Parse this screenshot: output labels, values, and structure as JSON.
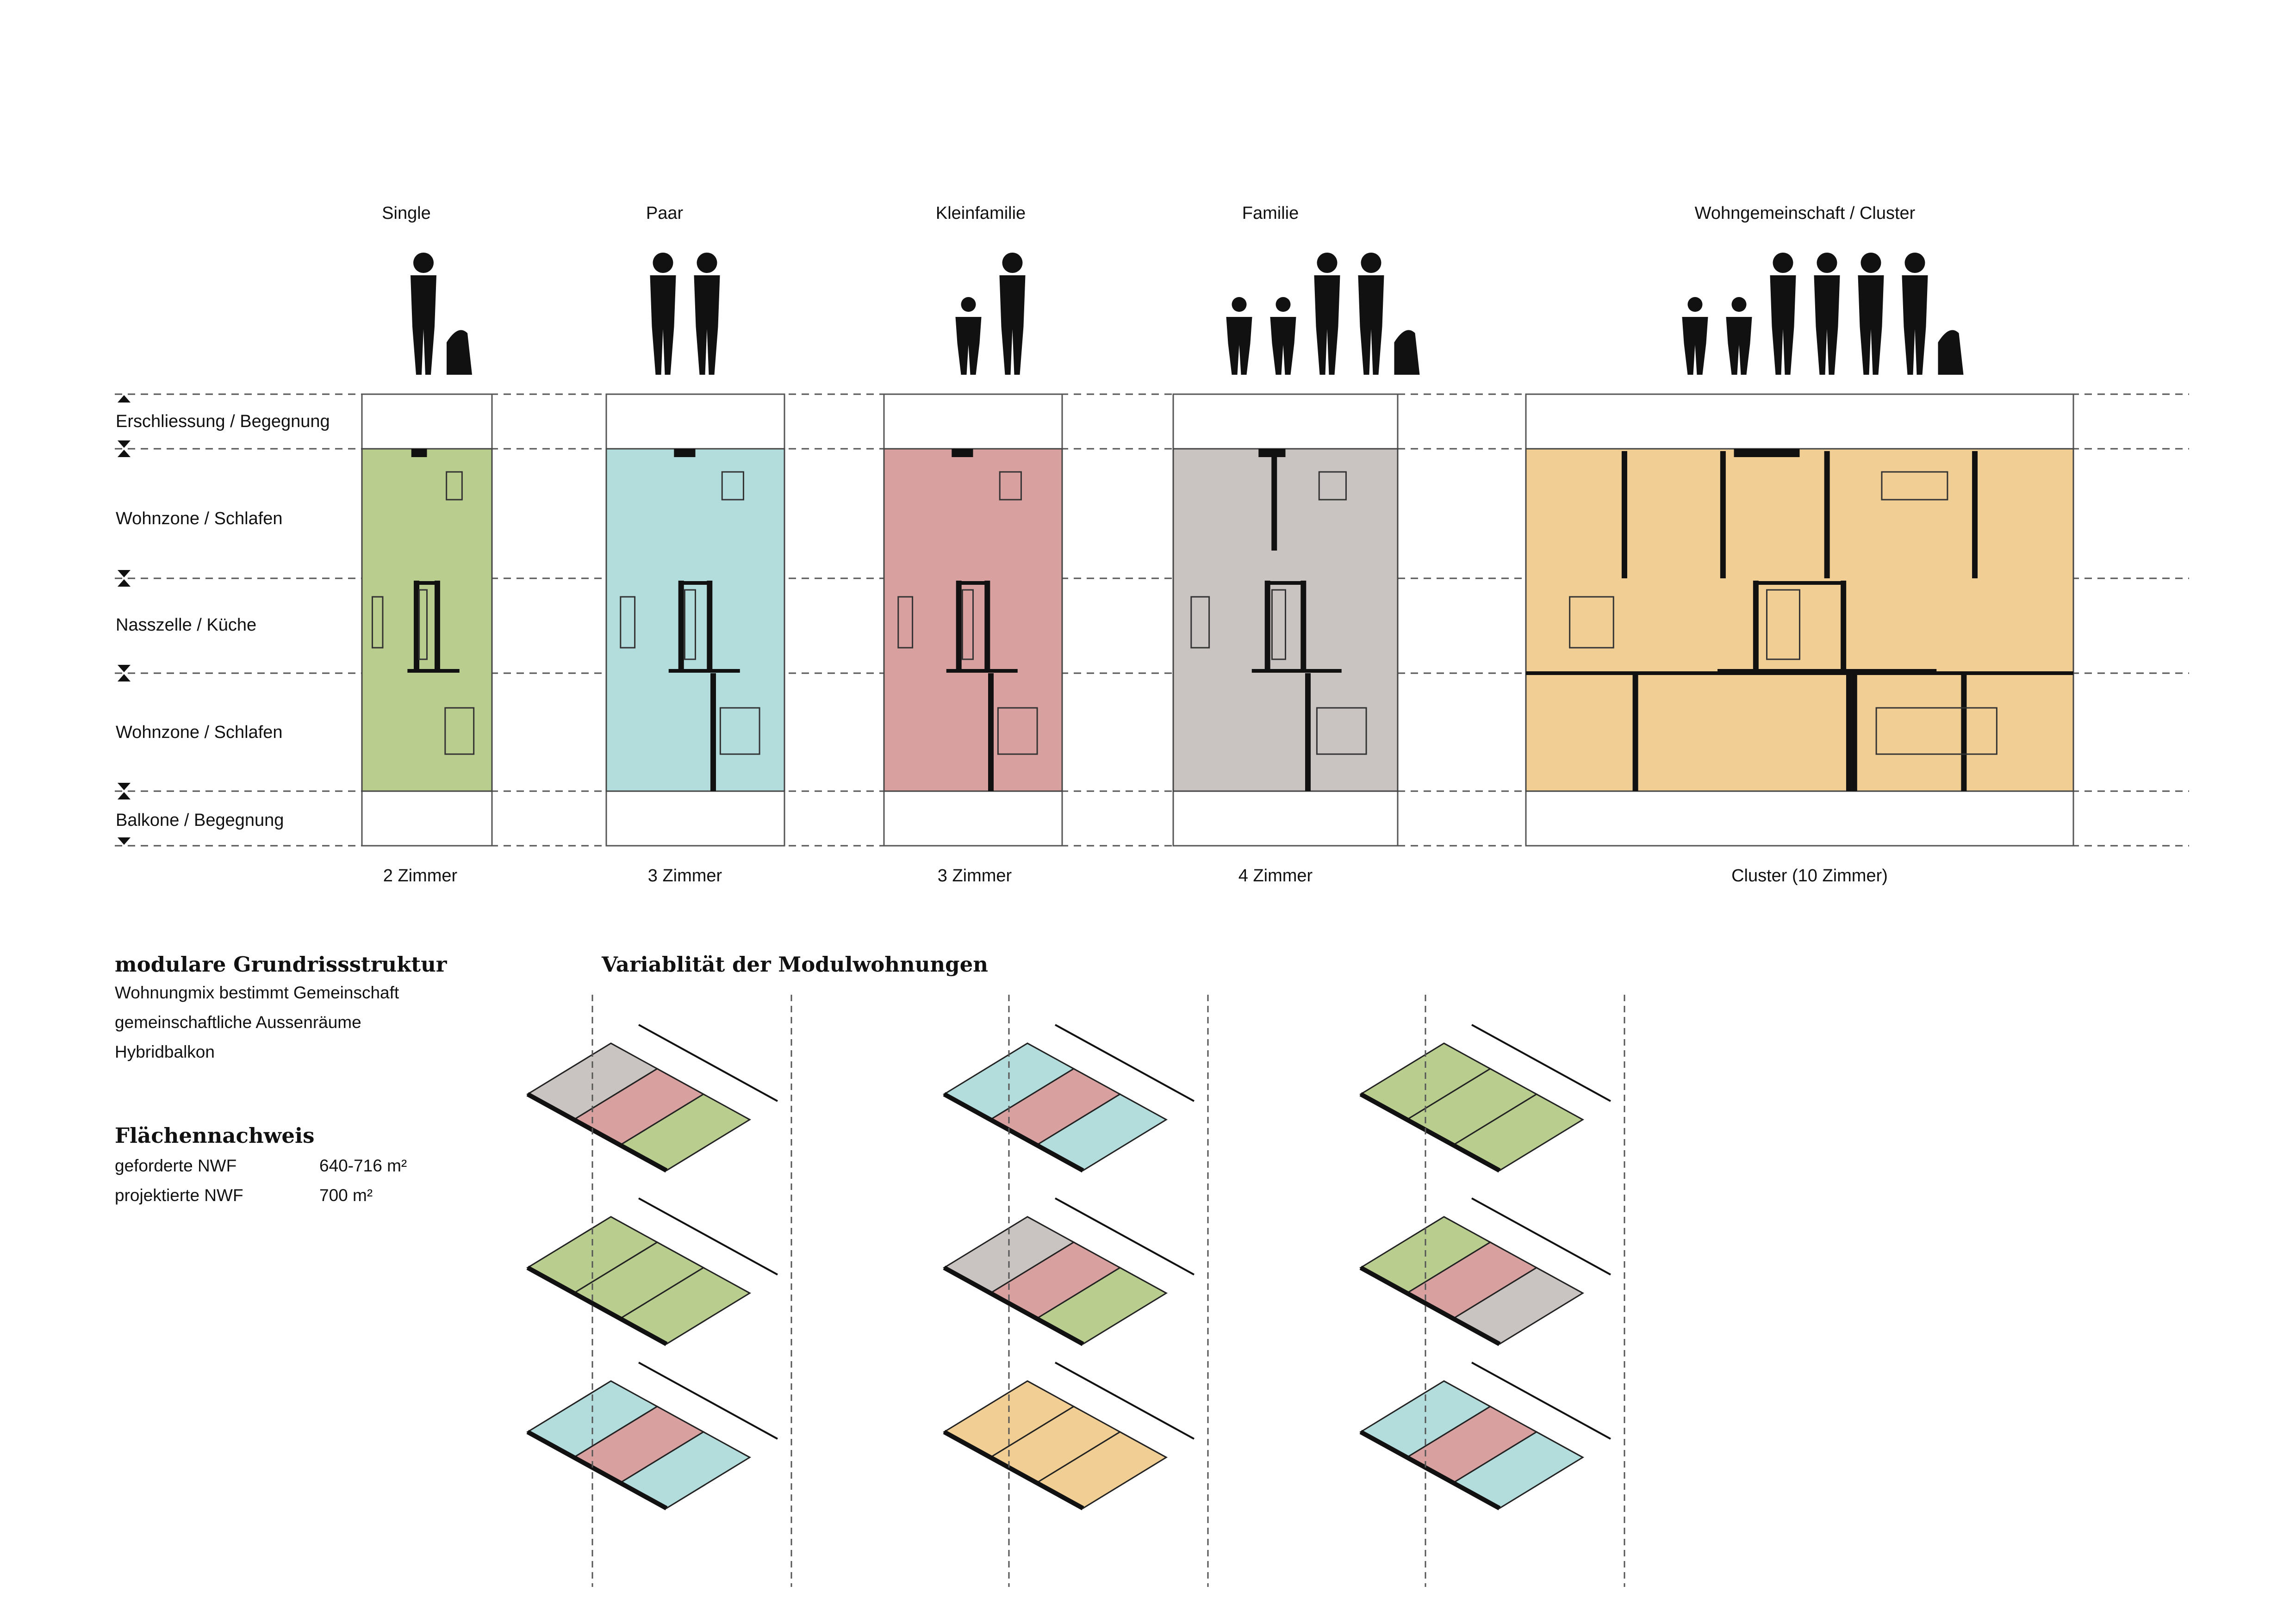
{
  "colors": {
    "green": "#b9cd8f",
    "blue": "#b3dcdc",
    "red": "#d9a0a0",
    "grey": "#c9c4c2",
    "orange": "#f1cf94",
    "wall": "#111111",
    "dash": "#555555"
  },
  "types": [
    {
      "label": "Single",
      "rooms": "2 Zimmer",
      "color": "green",
      "people": 1,
      "dog": true
    },
    {
      "label": "Paar",
      "rooms": "3 Zimmer",
      "color": "blue",
      "people": 2,
      "dog": false
    },
    {
      "label": "Kleinfamilie",
      "rooms": "3 Zimmer",
      "color": "red",
      "people": 2,
      "dog": false
    },
    {
      "label": "Familie",
      "rooms": "4 Zimmer",
      "color": "grey",
      "people": 4,
      "dog": true
    },
    {
      "label": "Wohngemeinschaft / Cluster",
      "rooms": "Cluster (10 Zimmer)",
      "color": "orange",
      "people": 6,
      "dog": true
    }
  ],
  "zones": [
    "Erschliessung / Begegnung",
    "Wohnzone / Schlafen",
    "Nasszelle / Küche",
    "Wohnzone / Schlafen",
    "Balkone / Begegnung"
  ],
  "info": {
    "heading": "modulare Grundrissstruktur",
    "lines": [
      "Wohnungmix bestimmt Gemeinschaft",
      "gemeinschaftliche Aussenräume",
      "Hybridbalkon"
    ],
    "area_heading": "Flächennachweis",
    "area_rows": [
      {
        "label": "geforderte NWF",
        "value": "640-716 m²"
      },
      {
        "label": "projektierte NWF",
        "value": "700 m²"
      }
    ]
  },
  "variability": {
    "heading": "Variablität der Modulwohnungen",
    "columns": [
      [
        [
          "grey",
          "red",
          "green"
        ],
        [
          "green",
          "green",
          "green"
        ],
        [
          "blue",
          "red",
          "blue"
        ]
      ],
      [
        [
          "blue",
          "red",
          "blue"
        ],
        [
          "grey",
          "red",
          "green"
        ],
        [
          "orange",
          "orange",
          "orange"
        ]
      ],
      [
        [
          "green",
          "green",
          "green"
        ],
        [
          "green",
          "red",
          "grey"
        ],
        [
          "blue",
          "red",
          "blue"
        ]
      ]
    ]
  }
}
